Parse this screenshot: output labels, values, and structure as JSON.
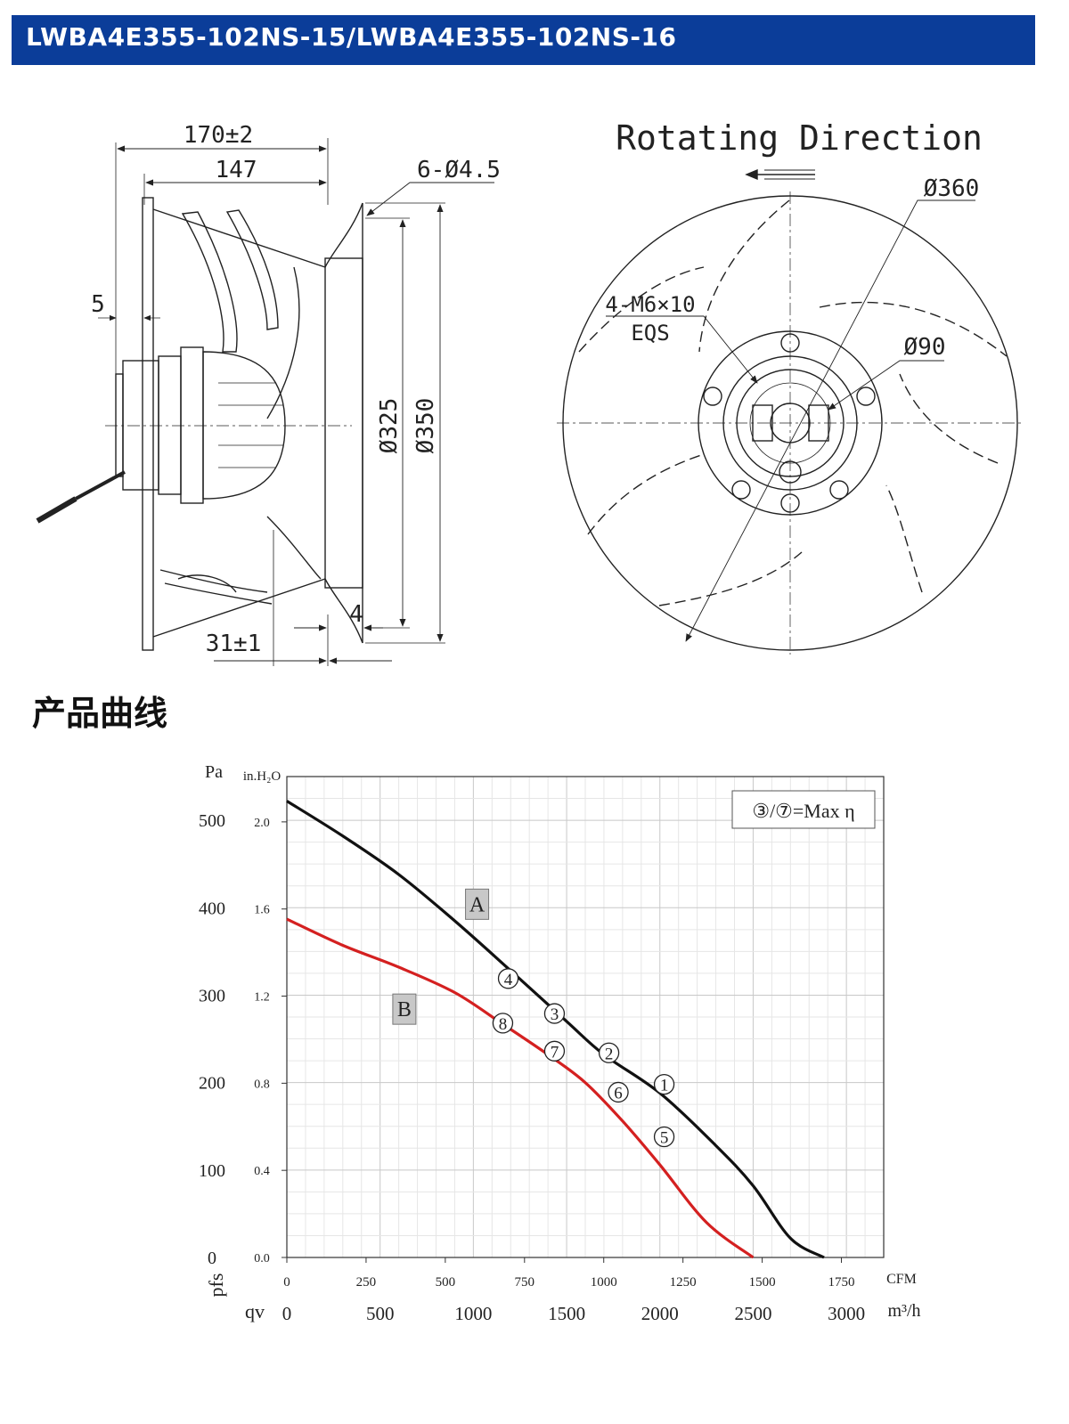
{
  "header": {
    "title": "LWBA4E355-102NS-15/LWBA4E355-102NS-16"
  },
  "drawing": {
    "dim_170": "170±2",
    "dim_147": "147",
    "dim_holes": "6-Ø4.5",
    "dim_5": "5",
    "dim_325": "Ø325",
    "dim_350": "Ø350",
    "dim_31": "31±1",
    "dim_4": "4",
    "rotating_direction": "Rotating Direction",
    "dim_360": "Ø360",
    "dim_screws_line1": "4-M6×10",
    "dim_screws_line2": "EQS",
    "dim_90": "Ø90"
  },
  "section": {
    "title": "产品曲线"
  },
  "chart_data": {
    "type": "line",
    "y_unit_left": "Pa",
    "y_unit_right": "in.H₂O",
    "x_unit_top": "CFM",
    "x_unit_bottom": "m³/h",
    "y_axis_symbol": "pfs",
    "x_axis_symbol": "qv",
    "x_range_m3h": [
      0,
      3200
    ],
    "y_range_pa": [
      0,
      550
    ],
    "y_ticks_pa": [
      "0",
      "100",
      "200",
      "300",
      "400",
      "500"
    ],
    "y_ticks_inh2o": [
      "0.0",
      "0.4",
      "0.8",
      "1.2",
      "1.6",
      "2.0"
    ],
    "x_ticks_cfm": [
      "0",
      "250",
      "500",
      "750",
      "1000",
      "1250",
      "1500",
      "1750"
    ],
    "x_ticks_m3h": [
      "0",
      "500",
      "1000",
      "1500",
      "2000",
      "2500",
      "3000"
    ],
    "grid": true,
    "legend_note": "③/⑦=Max η",
    "series": [
      {
        "name": "A",
        "color": "#111111",
        "points": [
          [
            0,
            522
          ],
          [
            300,
            482
          ],
          [
            600,
            438
          ],
          [
            900,
            385
          ],
          [
            1200,
            328
          ],
          [
            1500,
            270
          ],
          [
            1700,
            232
          ],
          [
            2000,
            188
          ],
          [
            2300,
            128
          ],
          [
            2500,
            82
          ],
          [
            2700,
            22
          ],
          [
            2880,
            0
          ]
        ]
      },
      {
        "name": "B",
        "color": "#d42020",
        "points": [
          [
            0,
            387
          ],
          [
            300,
            357
          ],
          [
            600,
            332
          ],
          [
            900,
            303
          ],
          [
            1150,
            268
          ],
          [
            1400,
            232
          ],
          [
            1600,
            200
          ],
          [
            1800,
            156
          ],
          [
            2000,
            106
          ],
          [
            2250,
            40
          ],
          [
            2500,
            0
          ]
        ]
      }
    ],
    "markers": [
      {
        "label": "4",
        "q": 1187,
        "p": 319
      },
      {
        "label": "3",
        "q": 1435,
        "p": 279
      },
      {
        "label": "2",
        "q": 1727,
        "p": 234
      },
      {
        "label": "1",
        "q": 2023,
        "p": 198
      },
      {
        "label": "8",
        "q": 1158,
        "p": 268
      },
      {
        "label": "7",
        "q": 1435,
        "p": 236
      },
      {
        "label": "6",
        "q": 1777,
        "p": 189
      },
      {
        "label": "5",
        "q": 2023,
        "p": 138
      }
    ],
    "series_tags": [
      {
        "label": "A",
        "q": 1020,
        "p": 404
      },
      {
        "label": "B",
        "q": 630,
        "p": 284
      }
    ]
  }
}
